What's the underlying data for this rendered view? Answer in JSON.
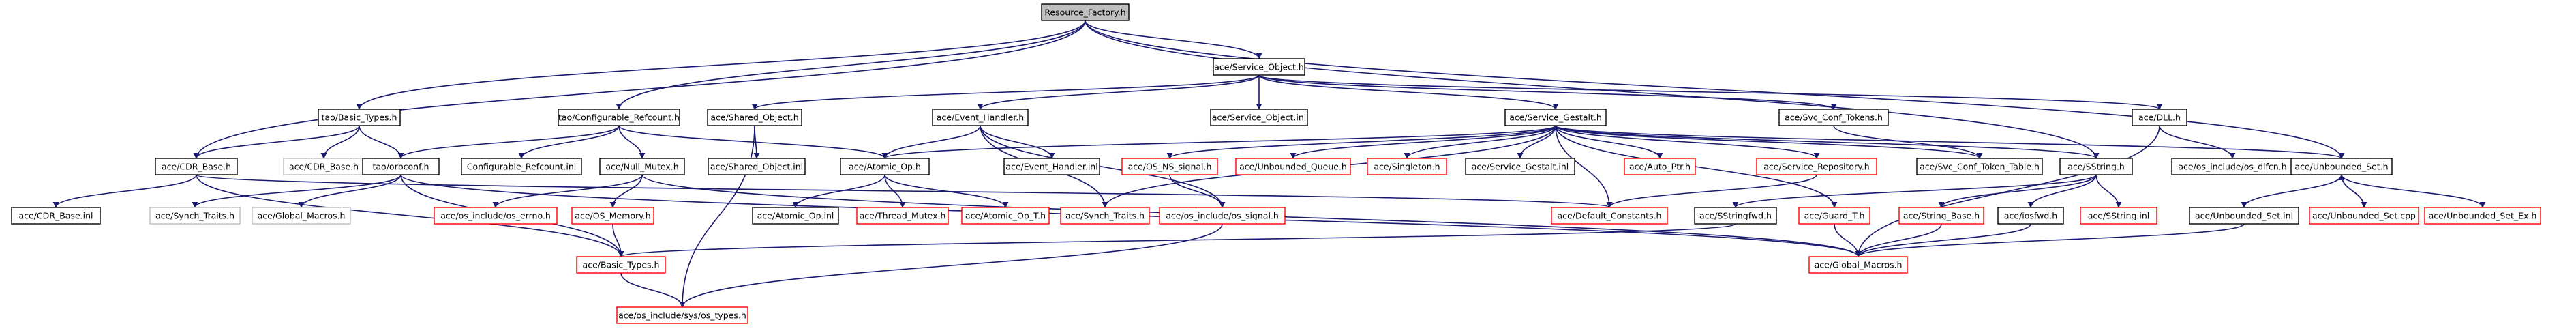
{
  "diagram": {
    "type": "include-dependency-graph",
    "colors": {
      "edge": "#191970",
      "documented_border": "#000000",
      "undocumented_border": "#ff0000",
      "external_border": "#bfbfbf",
      "root_fill": "#bfbfbf"
    },
    "nodes": [
      {
        "id": "resource_factory_h",
        "label": "Resource_Factory.h",
        "style": "root"
      },
      {
        "id": "service_object_h",
        "label": "ace/Service_Object.h",
        "style": "black"
      },
      {
        "id": "tao_basic_types_h",
        "label": "tao/Basic_Types.h",
        "style": "black"
      },
      {
        "id": "configurable_refcount_h",
        "label": "tao/Configurable_Refcount.h",
        "style": "black"
      },
      {
        "id": "shared_object_h",
        "label": "ace/Shared_Object.h",
        "style": "black"
      },
      {
        "id": "event_handler_h",
        "label": "ace/Event_Handler.h",
        "style": "black"
      },
      {
        "id": "service_object_inl",
        "label": "ace/Service_Object.inl",
        "style": "black"
      },
      {
        "id": "service_gestalt_h",
        "label": "ace/Service_Gestalt.h",
        "style": "black"
      },
      {
        "id": "svc_conf_tokens_h",
        "label": "ace/Svc_Conf_Tokens.h",
        "style": "black"
      },
      {
        "id": "dll_h",
        "label": "ace/DLL.h",
        "style": "black"
      },
      {
        "id": "ace_cdr_base_h",
        "label": "ace/CDR_Base.h",
        "style": "black"
      },
      {
        "id": "tao_cdr_base_h",
        "label": "ace/CDR_Base.h",
        "style": "gray"
      },
      {
        "id": "orbconf_h",
        "label": "tao/orbconf.h",
        "style": "black"
      },
      {
        "id": "configurable_refcount_inl",
        "label": "Configurable_Refcount.inl",
        "style": "black"
      },
      {
        "id": "null_mutex_h",
        "label": "ace/Null_Mutex.h",
        "style": "black"
      },
      {
        "id": "shared_object_inl",
        "label": "ace/Shared_Object.inl",
        "style": "black"
      },
      {
        "id": "atomic_op_h",
        "label": "ace/Atomic_Op.h",
        "style": "black"
      },
      {
        "id": "event_handler_inl",
        "label": "ace/Event_Handler.inl",
        "style": "black"
      },
      {
        "id": "os_ns_signal_h",
        "label": "ace/OS_NS_signal.h",
        "style": "red"
      },
      {
        "id": "unbounded_queue_h",
        "label": "ace/Unbounded_Queue.h",
        "style": "red"
      },
      {
        "id": "singleton_h",
        "label": "ace/Singleton.h",
        "style": "red"
      },
      {
        "id": "service_gestalt_inl",
        "label": "ace/Service_Gestalt.inl",
        "style": "black"
      },
      {
        "id": "auto_ptr_h",
        "label": "ace/Auto_Ptr.h",
        "style": "red"
      },
      {
        "id": "service_repository_h",
        "label": "ace/Service_Repository.h",
        "style": "red"
      },
      {
        "id": "svc_conf_token_table_h",
        "label": "ace/Svc_Conf_Token_Table.h",
        "style": "black"
      },
      {
        "id": "sstring_h",
        "label": "ace/SString.h",
        "style": "black"
      },
      {
        "id": "os_dlfcn_h",
        "label": "ace/os_include/os_dlfcn.h",
        "style": "black"
      },
      {
        "id": "unbounded_set_h",
        "label": "ace/Unbounded_Set.h",
        "style": "black"
      },
      {
        "id": "cdr_base_inl",
        "label": "ace/CDR_Base.inl",
        "style": "black"
      },
      {
        "id": "synch_traits_gray",
        "label": "ace/Synch_Traits.h",
        "style": "gray"
      },
      {
        "id": "global_macros_gray",
        "label": "ace/Global_Macros.h",
        "style": "gray"
      },
      {
        "id": "os_errno_h",
        "label": "ace/os_include/os_errno.h",
        "style": "red"
      },
      {
        "id": "os_memory_h",
        "label": "ace/OS_Memory.h",
        "style": "red"
      },
      {
        "id": "atomic_op_inl",
        "label": "ace/Atomic_Op.inl",
        "style": "black"
      },
      {
        "id": "thread_mutex_h",
        "label": "ace/Thread_Mutex.h",
        "style": "red"
      },
      {
        "id": "atomic_op_t_h",
        "label": "ace/Atomic_Op_T.h",
        "style": "red"
      },
      {
        "id": "synch_traits_h",
        "label": "ace/Synch_Traits.h",
        "style": "red"
      },
      {
        "id": "os_signal_h",
        "label": "ace/os_include/os_signal.h",
        "style": "red"
      },
      {
        "id": "default_constants_h",
        "label": "ace/Default_Constants.h",
        "style": "red"
      },
      {
        "id": "sstringfwd_h",
        "label": "ace/SStringfwd.h",
        "style": "black"
      },
      {
        "id": "guard_t_h",
        "label": "ace/Guard_T.h",
        "style": "red"
      },
      {
        "id": "string_base_h",
        "label": "ace/String_Base.h",
        "style": "red"
      },
      {
        "id": "iosfwd_h",
        "label": "ace/iosfwd.h",
        "style": "black"
      },
      {
        "id": "sstring_inl",
        "label": "ace/SString.inl",
        "style": "red"
      },
      {
        "id": "unbounded_set_inl",
        "label": "ace/Unbounded_Set.inl",
        "style": "black"
      },
      {
        "id": "unbounded_set_cpp",
        "label": "ace/Unbounded_Set.cpp",
        "style": "red"
      },
      {
        "id": "unbounded_set_ex_h",
        "label": "ace/Unbounded_Set_Ex.h",
        "style": "red"
      },
      {
        "id": "basic_types_h",
        "label": "ace/Basic_Types.h",
        "style": "red"
      },
      {
        "id": "global_macros_h",
        "label": "ace/Global_Macros.h",
        "style": "red"
      },
      {
        "id": "os_types_h",
        "label": "ace/os_include/sys/os_types.h",
        "style": "red"
      }
    ]
  }
}
